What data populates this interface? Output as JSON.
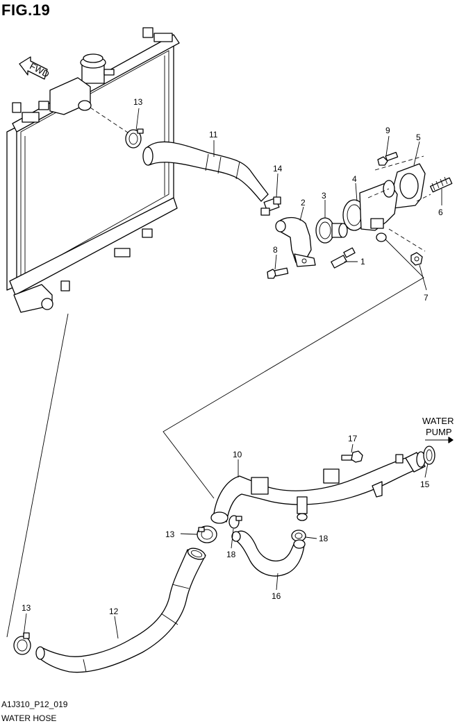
{
  "figure": {
    "title": "FIG.19",
    "code": "A1J310_P12_019",
    "name": "WATER HOSE",
    "direction_label": "FWD",
    "water_pump_label": [
      "WATER",
      "PUMP"
    ]
  },
  "callouts": [
    "1",
    "2",
    "3",
    "4",
    "5",
    "6",
    "7",
    "8",
    "9",
    "10",
    "11",
    "12",
    "13",
    "13",
    "13",
    "14",
    "15",
    "16",
    "17",
    "18",
    "18"
  ]
}
